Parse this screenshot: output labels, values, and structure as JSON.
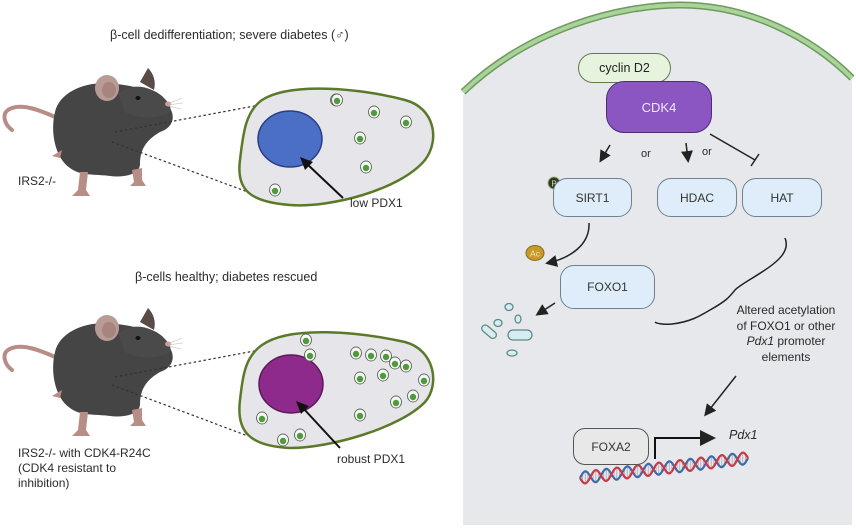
{
  "left_panel": {
    "top": {
      "title": "β-cell dedifferentiation; severe diabetes (♂)",
      "mouse_label": "IRS2-/-",
      "nucleus_label": "low PDX1",
      "nucleus_color": "#4a6fc4",
      "granule_count": 7
    },
    "bottom": {
      "title": "β-cells healthy; diabetes rescued",
      "mouse_label_lines": [
        "IRS2-/- with CDK4-R24C",
        "(CDK4 resistant to",
        "inhibition)"
      ],
      "nucleus_label": "robust PDX1",
      "nucleus_color": "#8e2a8c",
      "granule_count": 16
    }
  },
  "right_panel": {
    "cyclin_label": "cyclin D2",
    "cdk4_label": "CDK4",
    "or_labels": [
      "or",
      "or"
    ],
    "sirt1_label": "SIRT1",
    "phospho_badge": "P",
    "hdac_label": "HDAC",
    "hat_label": "HAT",
    "acetyl_badge": "Ac",
    "foxo1_label": "FOXO1",
    "annotation_lines": [
      "Altered acetylation",
      "of FOXO1 or other"
    ],
    "annotation_italic": "Pdx1",
    "annotation_rest": " promoter",
    "annotation_last": "elements",
    "foxa2_label": "FOXA2",
    "gene_label": "Pdx1",
    "colors": {
      "membrane": "#a9d39a",
      "cytoplasm": "#e7e8ec",
      "cdk4": "#8b55c2",
      "cyclin": "#e6f3dd",
      "protein_box": "#deedf9"
    }
  }
}
